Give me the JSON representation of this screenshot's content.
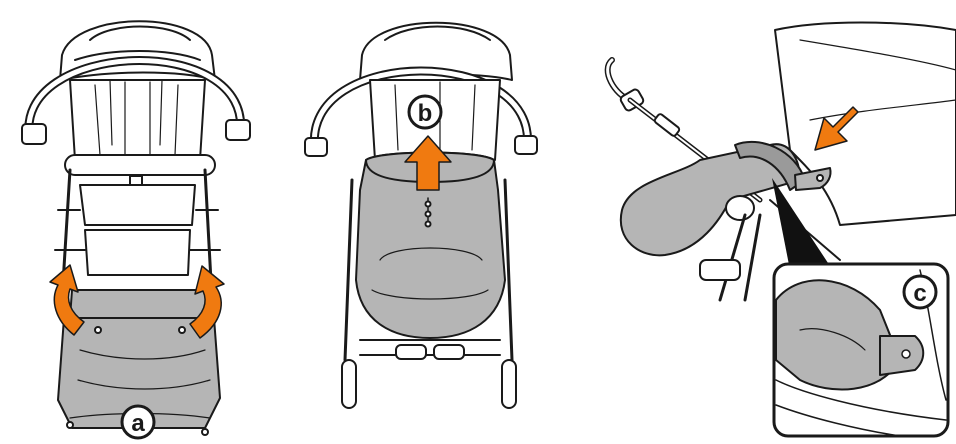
{
  "steps": {
    "a": {
      "label": "a"
    },
    "b": {
      "label": "b"
    },
    "c": {
      "label": "c"
    }
  },
  "colors": {
    "line": "#1a1a1a",
    "fill_grey": "#b5b5b5",
    "fill_grey_dark": "#9a9a9a",
    "arrow_orange": "#f07a10",
    "background": "#ffffff"
  },
  "icons": {
    "direction_arrow": "orange-arrow-icon",
    "step_badge": "step-badge-icon"
  }
}
